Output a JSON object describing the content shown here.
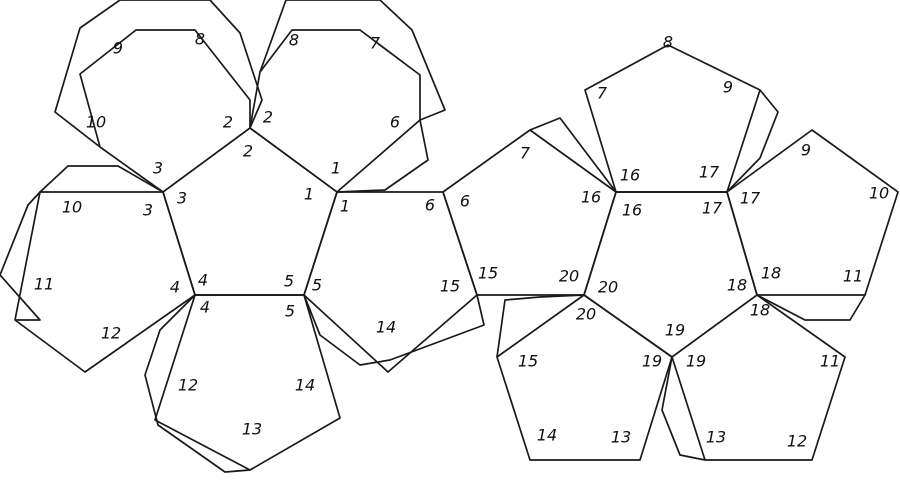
{
  "diagram": {
    "labels": [
      "9",
      "8",
      "10",
      "2",
      "2",
      "8",
      "7",
      "6",
      "2",
      "3",
      "1",
      "3",
      "1",
      "10",
      "3",
      "1",
      "6",
      "6",
      "11",
      "4",
      "4",
      "5",
      "5",
      "15",
      "12",
      "4",
      "5",
      "14",
      "12",
      "14",
      "13",
      "8",
      "7",
      "9",
      "16",
      "17",
      "16",
      "16",
      "17",
      "17",
      "7",
      "9",
      "10",
      "15",
      "20",
      "20",
      "18",
      "18",
      "11",
      "20",
      "19",
      "18",
      "15",
      "19",
      "19",
      "11",
      "14",
      "13",
      "13",
      "12"
    ]
  }
}
